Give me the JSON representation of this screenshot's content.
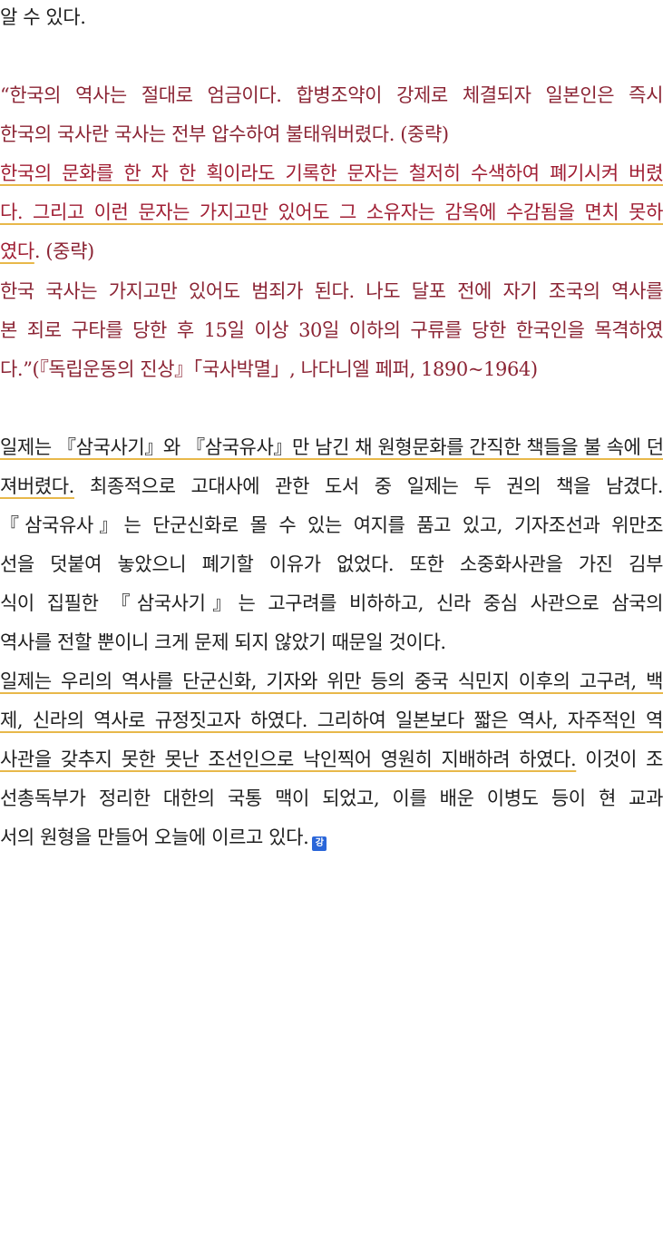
{
  "article": {
    "intro_tail": "알 수 있다.",
    "quote": {
      "l1": "“한국의 역사는 절대로 엄금이다. 합병조약이 강제로 체결되자 일본인은 즉시",
      "l2": "한국의 국사란 국사는 전부 압수하여 불태워버렸다. (중략)",
      "l3": "한국의 문화를 한 자 한 획이라도 기록한 문자는 철저히 수색하여 폐기시켜 버렸",
      "l4": "다. 그리고 이런 문자는 가지고만 있어도 그 소유자는 감옥에 수감됨을 면치 못하",
      "l5_hl": "였다",
      "l5_rest": ". (중략)",
      "l6": "한국 국사는 가지고만 있어도 범죄가 된다. 나도 달포 전에 자기 조국의 역사를",
      "l7": "본 죄로 구타를 당한 후 15일 이상 30일 이하의 구류를 당한 한국인을 목격하였",
      "l8": "다.”(『독립운동의 진상』「국사박멸」, 나다니엘 페퍼, 1890~1964)"
    },
    "para1": {
      "l1": "일제는 『삼국사기』와 『삼국유사』만 남긴 채 원형문화를 간직한 책들을 불 속에 던",
      "l2_hl": "져버렸다.",
      "l2_rest": " 최종적으로 고대사에 관한 도서 중 일제는 두 권의 책을 남겼다.",
      "l3": "『삼국유사』는 단군신화로 몰 수 있는 여지를 품고 있고, 기자조선과 위만조",
      "l4": "선을 덧붙여 놓았으니 폐기할 이유가 없었다. 또한 소중화사관을 가진 김부",
      "l5": "식이 집필한 『삼국사기』는 고구려를 비하하고, 신라 중심 사관으로 삼국의",
      "l6": "역사를 전할 뿐이니 크게 문제 되지 않았기 때문일 것이다."
    },
    "para2": {
      "l1": "일제는 우리의 역사를 단군신화, 기자와 위만 등의 중국 식민지 이후의 고구려, 백",
      "l2": "제, 신라의 역사로 규정짓고자 하였다. 그리하여 일본보다 짧은 역사, 자주적인 역",
      "l3_hl": "사관을 갖추지 못한 못난 조선인으로 낙인찍어 영원히 지배하려 하였다.",
      "l3_rest": " 이것이 조",
      "l4": "선총독부가 정리한 대한의 국통 맥이 되었고, 이를 배운 이병도 등이 현 교과",
      "l5": "서의 원형을 만들어 오늘에 이르고 있다.",
      "end_mark": "강"
    }
  }
}
